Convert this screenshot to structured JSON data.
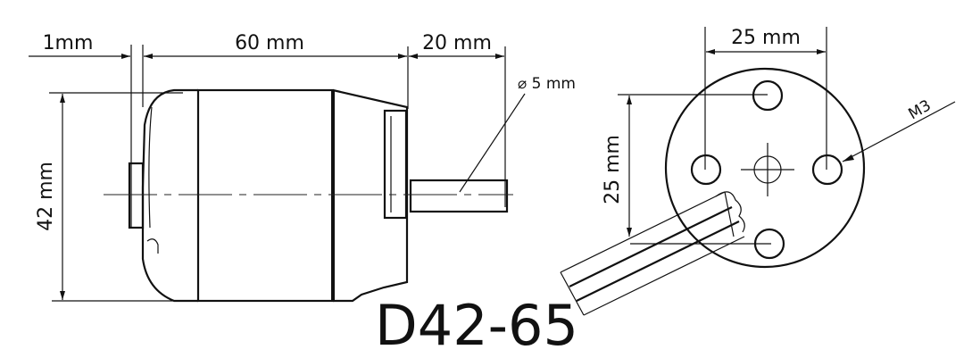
{
  "side_view": {
    "dim_flange": "1mm",
    "dim_body_length": "60 mm",
    "dim_shaft_length": "20 mm",
    "dim_shaft_diameter": "⌀ 5 mm",
    "dim_diameter": "42 mm"
  },
  "front_view": {
    "dim_hole_spacing_h": "25 mm",
    "dim_hole_spacing_v": "25 mm",
    "thread": "M3"
  },
  "model": "D42-65"
}
